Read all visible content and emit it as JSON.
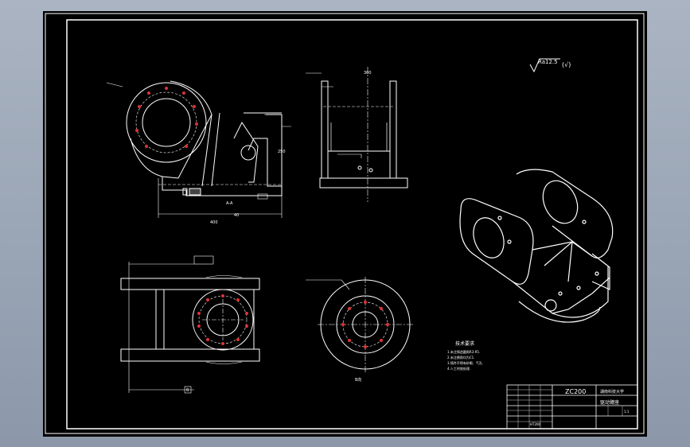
{
  "drawing": {
    "roughness_symbol": "Ra12.5",
    "roughness_note": "(√)",
    "title_block": {
      "code": "ZC200",
      "school": "湖南科技大学",
      "part_name": "驱动臂座",
      "scale": "1:1",
      "material": "HT200"
    },
    "tech_requirements": {
      "heading": "技术要求",
      "lines": [
        "1.未注铸造圆角R3-R5.",
        "2.未注倒角均为C1.",
        "3.铸件不得有砂眼、气孔.",
        "4.人工时效处理."
      ]
    },
    "dims": {
      "front_width": "400",
      "front_height": "250",
      "base_thick": "40",
      "side_height": "300",
      "section_label": "A-A",
      "view_b": "B",
      "circle_view": "B向"
    }
  }
}
